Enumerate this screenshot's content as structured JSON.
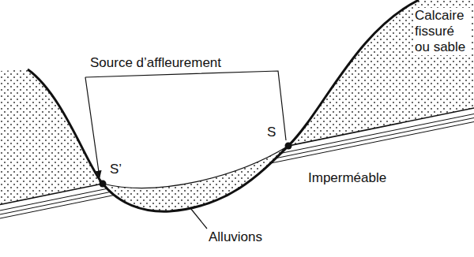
{
  "diagram": {
    "labels": [
      "Calcaire fissuré ou sable",
      "Source d’affleurement",
      "S",
      "S’",
      "Imperméable",
      "Alluvions"
    ]
  }
}
